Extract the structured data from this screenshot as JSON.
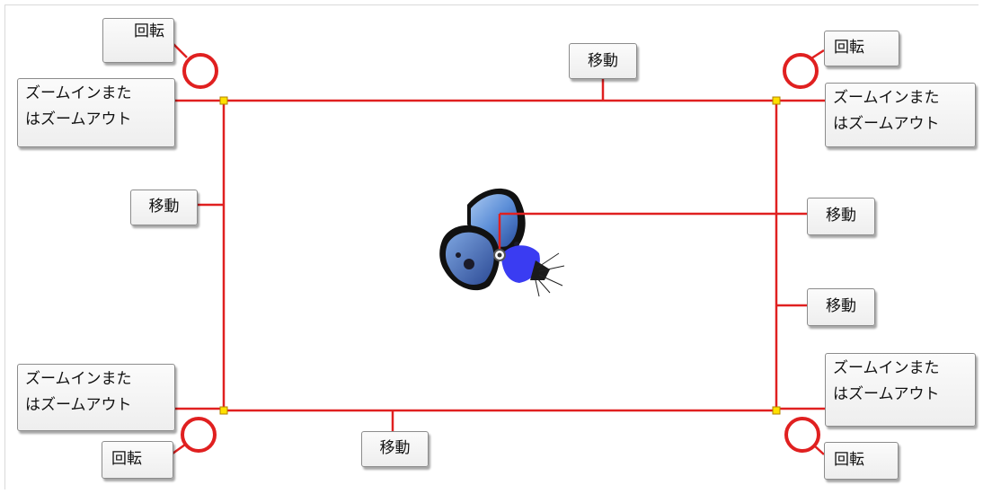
{
  "labels": {
    "rotate": "回転",
    "zoom": "ズームインまたはズームアウト",
    "zoom_line1": "ズームインまた",
    "zoom_line2": "はズームアウト",
    "move": "移動"
  },
  "colors": {
    "frame": "#e02020",
    "handle_fill": "#ffe000",
    "handle_stroke": "#b08000",
    "label_border": "#8c8c8c"
  },
  "image": {
    "subject": "butterfly",
    "pivot_icon": "pivot-point-icon"
  }
}
